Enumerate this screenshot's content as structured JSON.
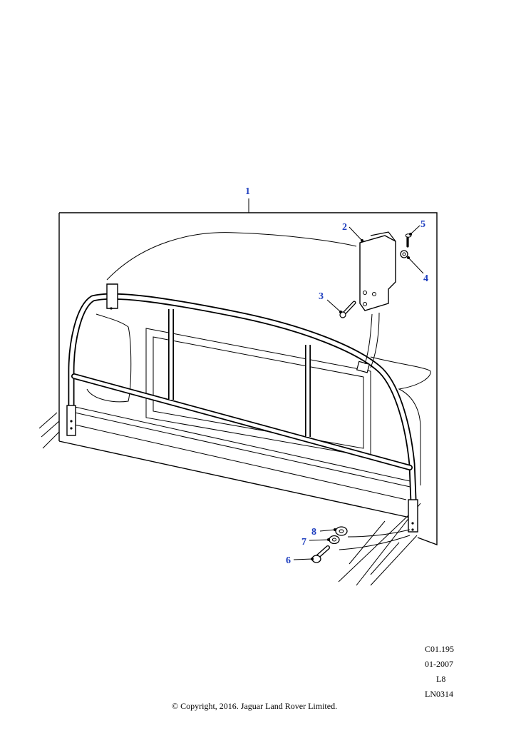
{
  "callouts": [
    "1",
    "2",
    "3",
    "4",
    "5",
    "6",
    "7",
    "8"
  ],
  "meta": {
    "code1": "C01.195",
    "date": "01-2007",
    "level": "L8",
    "code2": "LN0314"
  },
  "copyright": "© Copyright, 2016. Jaguar Land Rover Limited.",
  "colors": {
    "callout": "#1f3fbf",
    "lines": "#000000",
    "background": "#ffffff"
  }
}
